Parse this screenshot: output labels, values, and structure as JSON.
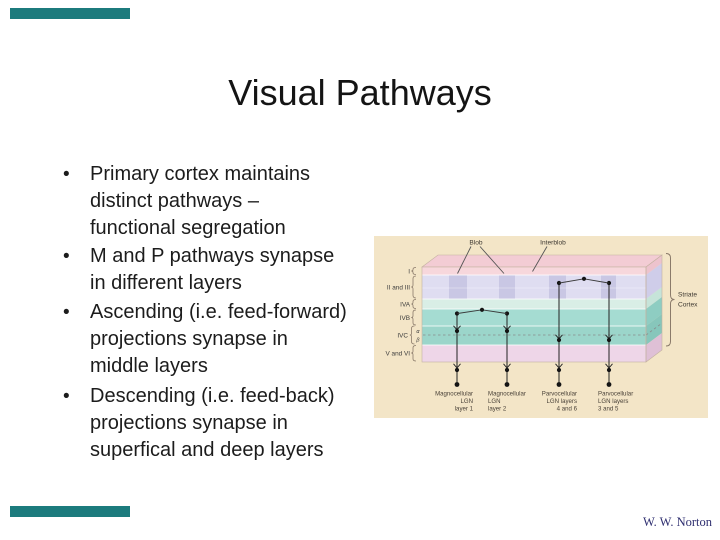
{
  "slide": {
    "title": "Visual Pathways",
    "bullets": [
      {
        "lines": [
          "Primary cortex maintains",
          "distinct pathways –",
          "functional segregation"
        ]
      },
      {
        "lines": [
          "M and P pathways synapse",
          "in different layers"
        ]
      },
      {
        "lines": [
          "Ascending (i.e. feed-forward)",
          "projections synapse in",
          "middle layers"
        ]
      },
      {
        "lines": [
          "Descending (i.e. feed-back)",
          "projections synapse in",
          "superfical and deep layers"
        ]
      }
    ],
    "bullet_glyph": "•",
    "credit": "W. W. Norton",
    "colors": {
      "accent_bar": "#1c7b7d",
      "text": "#1c1c1c",
      "credit": "#2f2f70"
    }
  },
  "figure": {
    "top_labels": {
      "blob": "Blob",
      "interblob": "Interblob"
    },
    "layer_labels": [
      "I",
      "II and III",
      "IVA",
      "IVB",
      "IVC",
      "V and VI"
    ],
    "sublayers": {
      "alpha": "α",
      "beta": "β"
    },
    "striate": {
      "line1": "Striate",
      "line2": "Cortex"
    },
    "axon_labels": [
      {
        "line1": "Magnocellular",
        "line2": "LGN",
        "line3": "layer 1"
      },
      {
        "line1": "Magnocellular",
        "line2": "LGN",
        "line3": "layer 2"
      },
      {
        "line1": "Parvocellular",
        "line2": "LGN layers",
        "line3": "4 and 6"
      },
      {
        "line1": "Parvocellular",
        "line2": "LGN layers",
        "line3": "3 and 5"
      }
    ],
    "colors": {
      "panel": "#f3e5c7",
      "layer_I": "#f7d7dc",
      "layer_II_III": "#dfddf1",
      "blob_column": "#c9c7e4",
      "layer_IVA": "#d9eee6",
      "layer_IVB": "#a5dcd2",
      "layer_IVC": "#9bd5ca",
      "layer_V_VI": "#eed6e8",
      "top_face": "#f3ccd4",
      "line": "#222222"
    }
  }
}
